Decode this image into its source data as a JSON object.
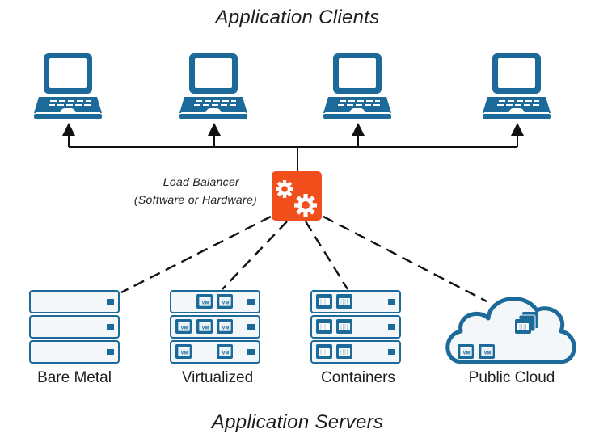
{
  "titles": {
    "clients": "Application Clients",
    "servers": "Application Servers"
  },
  "load_balancer": {
    "label_line1": "Load Balancer",
    "label_line2": "(Software or Hardware)",
    "icon": "gears-icon",
    "color": "#f04e1b"
  },
  "clients": [
    {
      "icon": "laptop-icon"
    },
    {
      "icon": "laptop-icon"
    },
    {
      "icon": "laptop-icon"
    },
    {
      "icon": "laptop-icon"
    }
  ],
  "servers": [
    {
      "label": "Bare Metal",
      "icon": "server-rack-icon",
      "rows": [
        [],
        [],
        []
      ]
    },
    {
      "label": "Virtualized",
      "icon": "server-rack-icon",
      "rows": [
        [
          "",
          "",
          "VM",
          "VM"
        ],
        [
          "VM",
          "VM",
          "VM"
        ],
        [
          "VM",
          "",
          "",
          "VM"
        ]
      ]
    },
    {
      "label": "Containers",
      "icon": "server-rack-icon",
      "rows": [
        [
          "container",
          "container"
        ],
        [
          "container",
          "container"
        ],
        [
          "container",
          "container"
        ]
      ]
    },
    {
      "label": "Public Cloud",
      "icon": "cloud-icon",
      "vms": [
        "VM",
        "VM"
      ],
      "containers": 1
    }
  ],
  "colors": {
    "primary_blue": "#1b6a9a",
    "server_fill": "#f4f7f9",
    "line": "#111111"
  }
}
